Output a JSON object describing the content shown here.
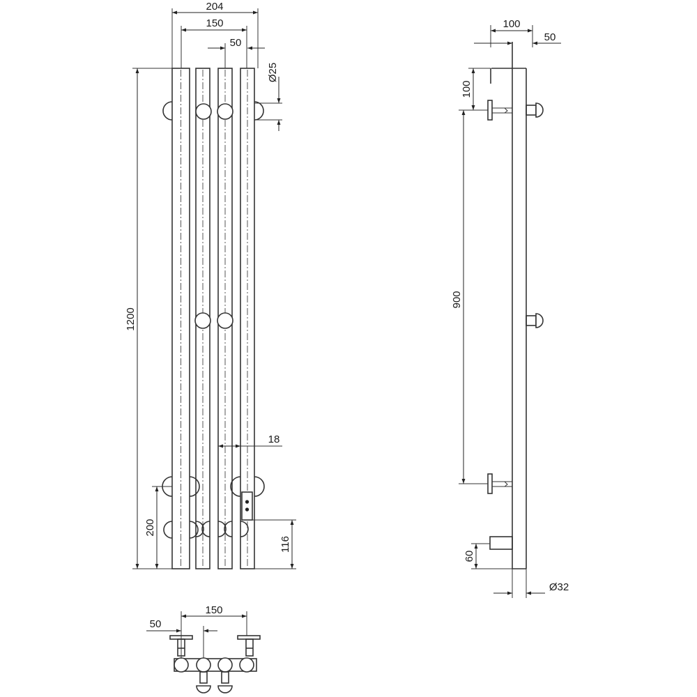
{
  "front_view": {
    "overall_width": "204",
    "outer_bar_spacing": "150",
    "inner_bar_spacing": "50",
    "tube_diameter": "Ø25",
    "height": "1200",
    "bar_offset": "18",
    "lower_bracket_height": "200",
    "valve_height": "116"
  },
  "side_view": {
    "wall_distance": "100",
    "projection": "50",
    "top_offset": "100",
    "bracket_spacing": "900",
    "bottom_offset": "60",
    "pipe_diameter": "Ø32"
  },
  "top_view": {
    "pipe_centres": "150",
    "offset": "50"
  }
}
